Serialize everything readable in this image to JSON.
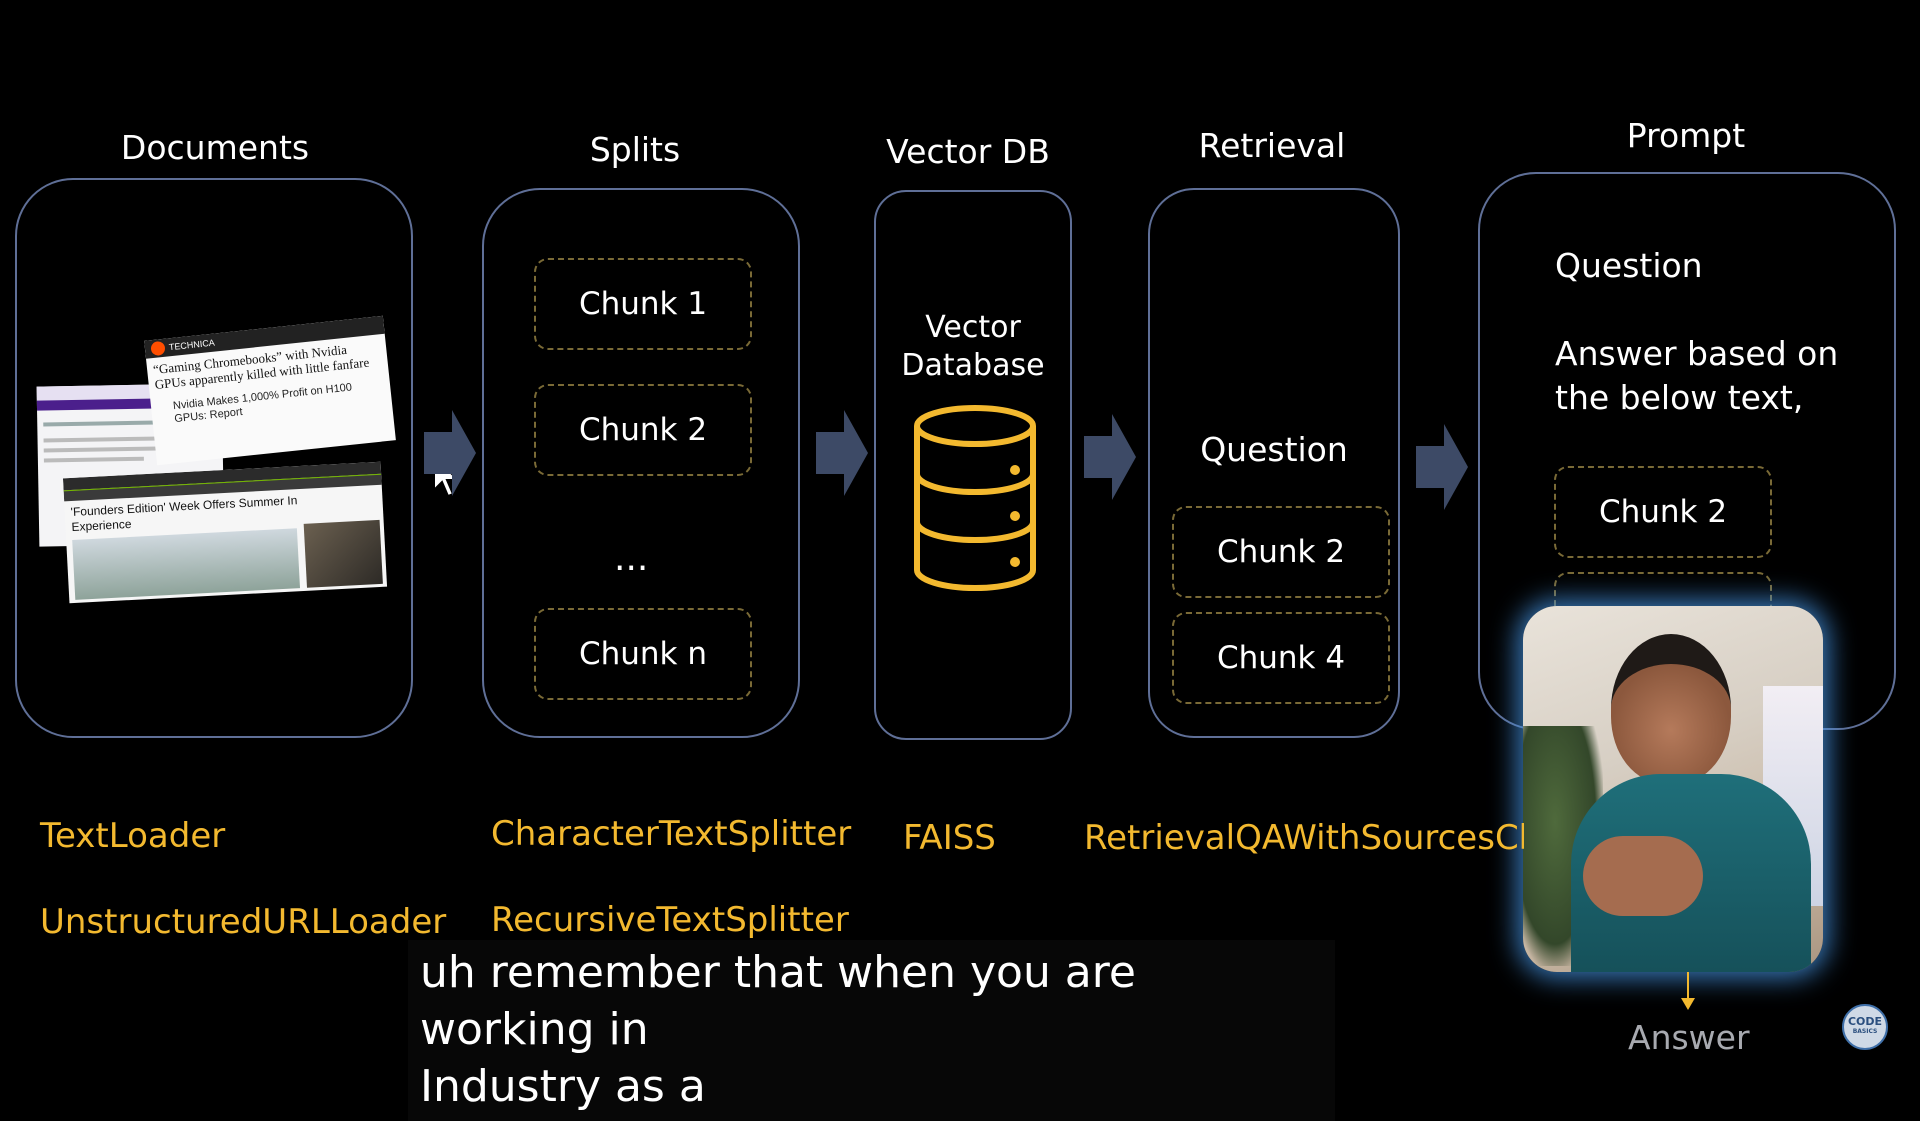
{
  "stages": {
    "documents": "Documents",
    "splits": "Splits",
    "vectordb": "Vector DB",
    "retrieval": "Retrieval",
    "prompt": "Prompt"
  },
  "splits_panel": {
    "chunks": [
      "Chunk 1",
      "Chunk 2",
      "...",
      "Chunk n"
    ]
  },
  "vectordb_panel": {
    "line1": "Vector",
    "line2": "Database"
  },
  "retrieval_panel": {
    "question": "Question",
    "chunks": [
      "Chunk 2",
      "Chunk 4"
    ]
  },
  "prompt_panel": {
    "question": "Question",
    "line1": "Answer based on",
    "line2": "the below text,",
    "chunk": "Chunk 2",
    "answer": "Answer"
  },
  "documents_panel": {
    "ars_brand": "TECHNICA",
    "headline1": "“Gaming Chromebooks” with Nvidia GPUs apparently killed with little fanfare",
    "headline2": "Nvidia Makes 1,000% Profit on H100 GPUs: Report",
    "headline3": "'Founders Edition' Week Offers Summer In Experience"
  },
  "libraries": {
    "textloader": "TextLoader",
    "urlloader": "UnstructuredURLLoader",
    "charsplitter": "CharacterTextSplitter",
    "recsplitter": "RecursiveTextSplitter",
    "faiss": "FAISS",
    "retrievalqa": "RetrievalQAWithSourcesChai"
  },
  "caption": {
    "line1": "uh remember that when you are working in",
    "line2": "Industry as a"
  },
  "logo": {
    "line1": "CODE",
    "line2": "BASICS"
  },
  "colors": {
    "accent": "#f3b92f",
    "panel_border": "#5f6f97",
    "arrow": "#3d4a66",
    "background": "#000000"
  }
}
